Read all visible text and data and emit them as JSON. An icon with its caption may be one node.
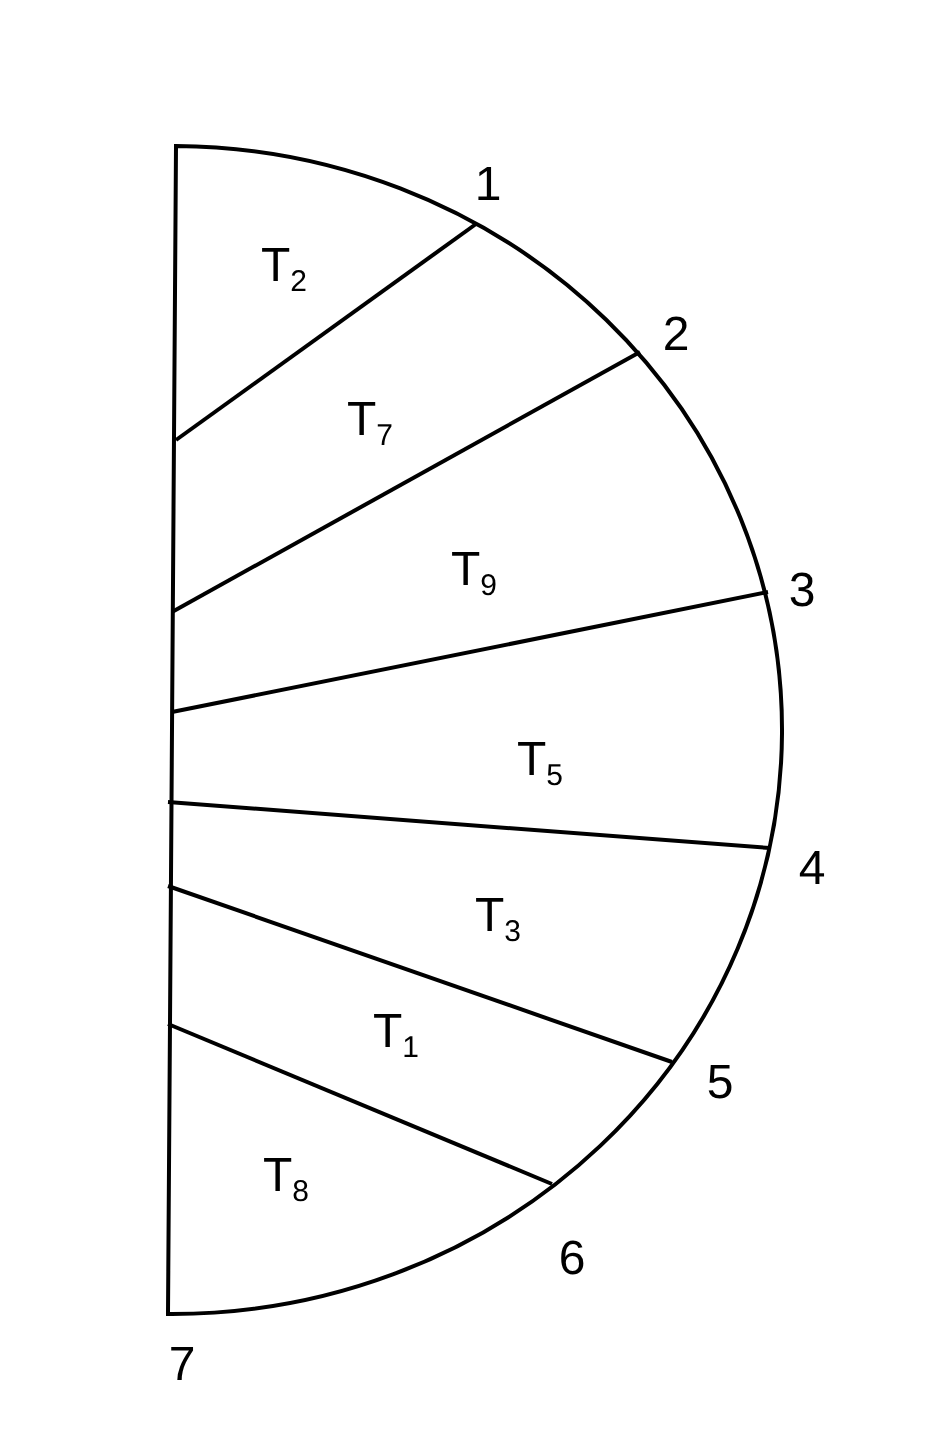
{
  "diagram": {
    "labels": [
      "1",
      "T$_{2}$",
      "2",
      "T$_{7}$",
      "T$_{9}$",
      "3",
      "T$_{5}$",
      "4",
      "T$_{3}$",
      "T$_{1}$",
      "5",
      "T$_{8}$",
      "6",
      "7"
    ]
  }
}
